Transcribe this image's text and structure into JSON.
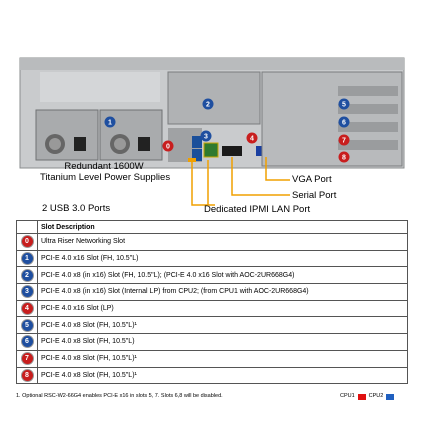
{
  "callouts": {
    "psu": "Redundant 1600W",
    "psu_2": "Titanium Level Power Supplies",
    "usb": "2 USB 3.0 Ports",
    "ipmi": "Dedicated IPMI LAN Port",
    "vga": "VGA Port",
    "serial": "Serial Port"
  },
  "chassis_badges": [
    "1",
    "2",
    "5",
    "6",
    "7",
    "8",
    "4",
    "3",
    "0"
  ],
  "table": {
    "empty_header": "",
    "header": "Slot Description",
    "rows": [
      {
        "num": "0",
        "color": "#c81e1e",
        "desc": "Ultra Riser Networking Slot"
      },
      {
        "num": "1",
        "color": "#1f4fa0",
        "desc": "PCI-E 4.0 x16 Slot (FH, 10.5\"L)"
      },
      {
        "num": "2",
        "color": "#1f4fa0",
        "desc": "PCI-E 4.0 x8 (in x16) Slot (FH, 10.5\"L); (PCI-E 4.0 x16 Slot with AOC-2UR668G4)"
      },
      {
        "num": "3",
        "color": "#1f4fa0",
        "desc": "PCI-E 4.0 x8 (in x16) Slot (Internal LP) from CPU2; (from CPU1 with AOC-2UR668G4)"
      },
      {
        "num": "4",
        "color": "#c81e1e",
        "desc": "PCI-E 4.0 x16 Slot (LP)"
      },
      {
        "num": "5",
        "color": "#1f4fa0",
        "desc": "PCI-E 4.0 x8 Slot (FH, 10.5\"L)¹"
      },
      {
        "num": "6",
        "color": "#1f4fa0",
        "desc": "PCI-E 4.0 x8 Slot (FH, 10.5\"L)"
      },
      {
        "num": "7",
        "color": "#c81e1e",
        "desc": "PCI-E 4.0 x8 Slot (FH, 10.5\"L)¹"
      },
      {
        "num": "8",
        "color": "#c81e1e",
        "desc": "PCI-E 4.0 x8 Slot (FH, 10.5\"L)¹"
      }
    ]
  },
  "footnote": "1. Optional RSC-W2-66G4 enables PCI-E x16 in slots 5, 7.  Slots 6,8 will be disabled.",
  "legend": {
    "cpu1": "CPU1",
    "cpu1_color": "#e01010",
    "cpu2": "CPU2",
    "cpu2_color": "#2060c0"
  }
}
